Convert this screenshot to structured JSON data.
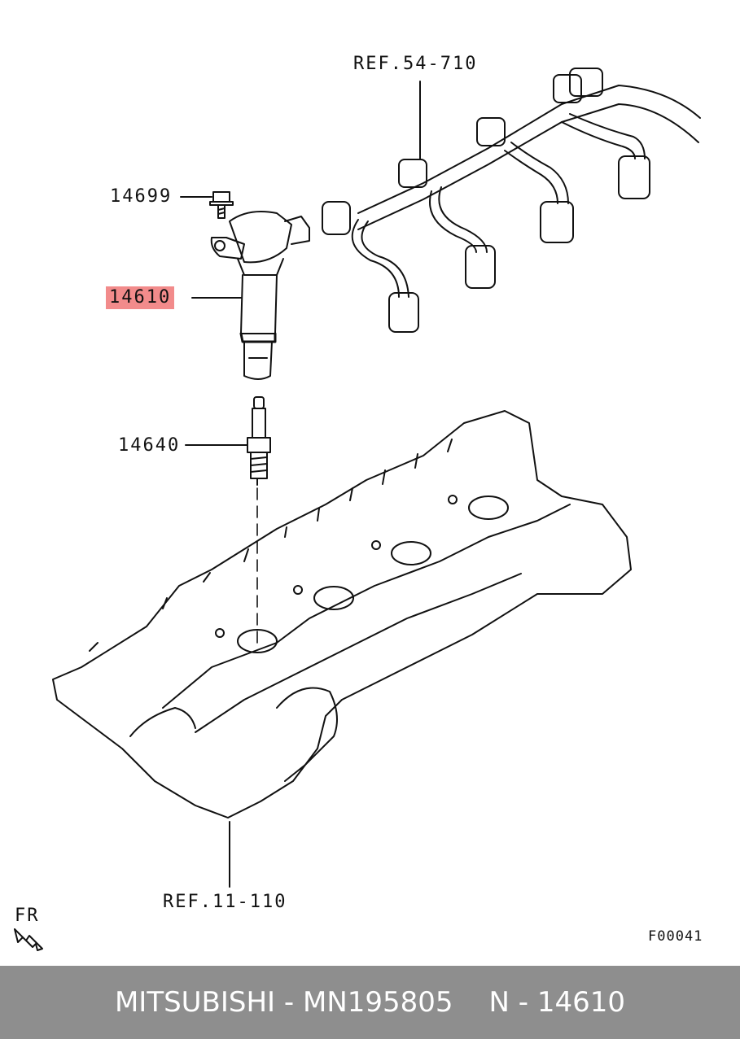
{
  "labels": {
    "ref_harness": "REF.54-710",
    "bolt": "14699",
    "coil": "14610",
    "plug": "14640",
    "ref_cover": "REF.11-110",
    "front_mark": "FR",
    "figure_code": "F00041"
  },
  "footer": {
    "brand": "MITSUBISHI",
    "sep1": " - ",
    "part_number": "MN195805",
    "n_label": "N",
    "sep2": " - ",
    "ref_number": "14610"
  },
  "colors": {
    "highlight": "#f28b8b",
    "footer_bg": "#8e8e8e",
    "line": "#111111"
  },
  "icons": [
    "bolt-icon",
    "ignition-coil-icon",
    "spark-plug-icon",
    "valve-cover-icon",
    "wire-harness-icon",
    "front-arrow-icon"
  ]
}
